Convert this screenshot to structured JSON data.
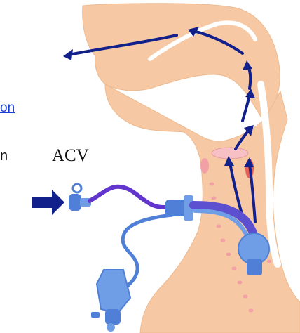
{
  "labels": {
    "acv": "ACV",
    "cut_link_fragment": "on",
    "cut_text_fragment": "n"
  },
  "colors": {
    "anatomy": "#f6c9a4",
    "anatomy_edge": "#eeb98e",
    "flow_arrow": "#12208c",
    "airway_line": "#6236cc",
    "tube_blue": "#4f7fd6",
    "cuff_blue": "#6f9ee6",
    "tissue_pink": "#f2a0a6",
    "link_blue": "#1a3fd6"
  },
  "icons": [
    "inflow-arrow",
    "flow-arrow",
    "tracheostomy-tube",
    "syringe-valve",
    "suction-device"
  ]
}
